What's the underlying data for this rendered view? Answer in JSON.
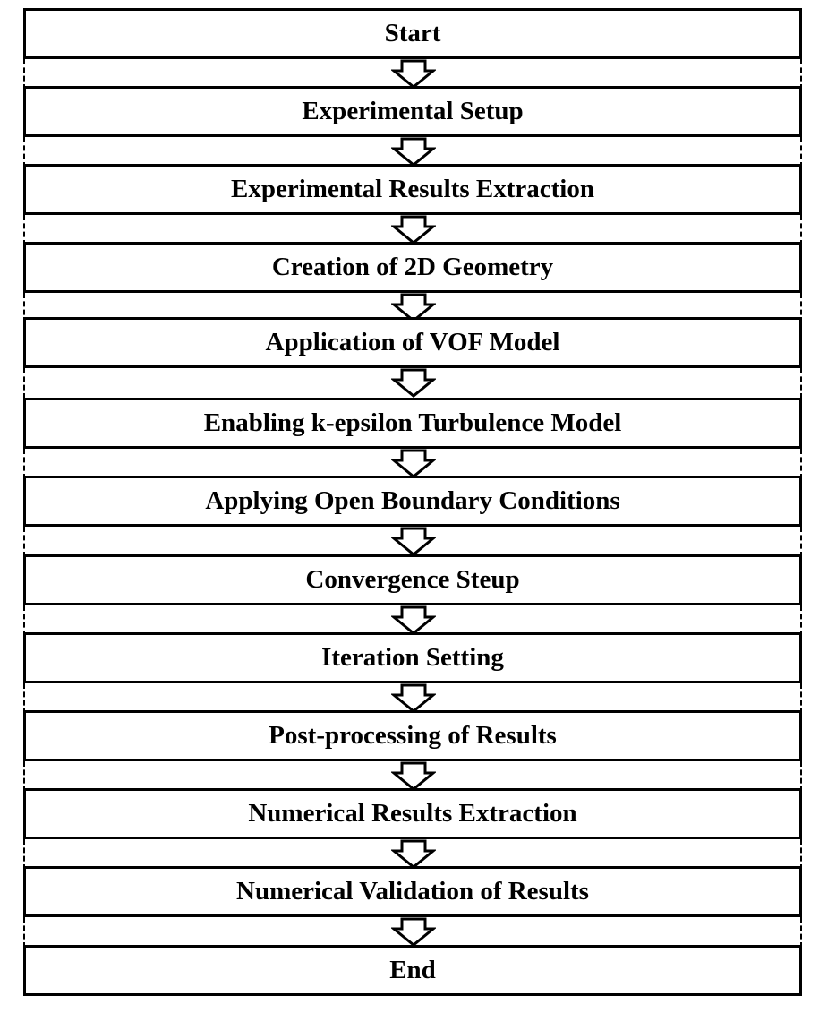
{
  "steps": [
    {
      "label": "Start"
    },
    {
      "label": "Experimental Setup"
    },
    {
      "label": "Experimental Results Extraction"
    },
    {
      "label": "Creation of 2D Geometry"
    },
    {
      "label": "Application of VOF Model"
    },
    {
      "label": "Enabling k-epsilon Turbulence Model"
    },
    {
      "label": "Applying Open Boundary Conditions"
    },
    {
      "label": "Convergence Steup"
    },
    {
      "label": "Iteration Setting"
    },
    {
      "label": "Post-processing of Results"
    },
    {
      "label": "Numerical Results Extraction"
    },
    {
      "label": "Numerical Validation of Results"
    },
    {
      "label": "End"
    }
  ],
  "colors": {
    "stroke": "#000000",
    "fill": "#ffffff"
  },
  "icons": {
    "connector": "down-arrow-icon"
  }
}
